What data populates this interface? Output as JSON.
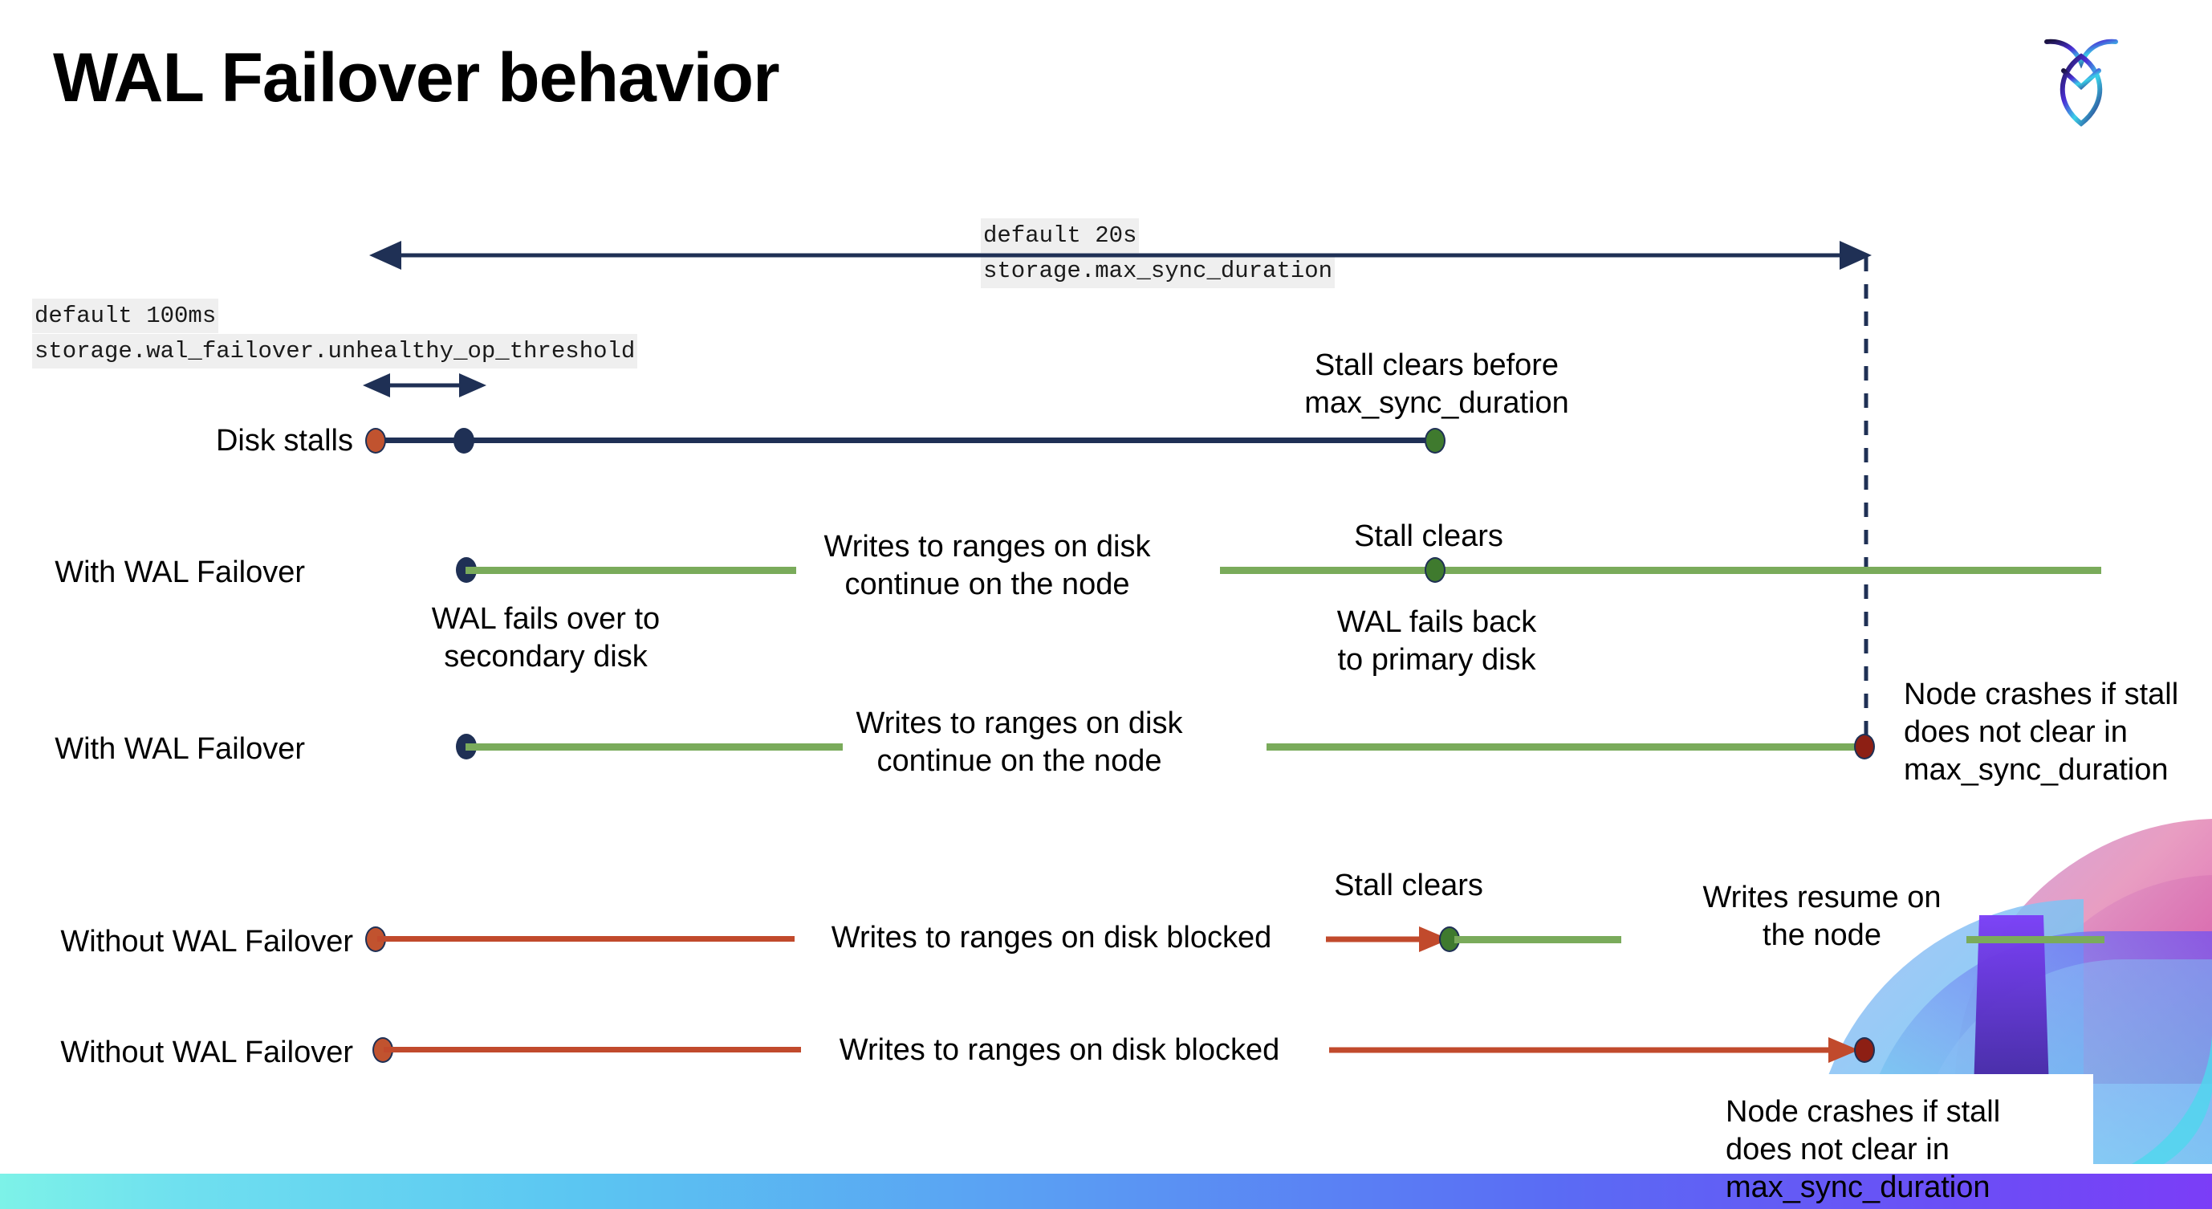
{
  "slide": {
    "title": "WAL Failover behavior",
    "logo_name": "cockroachdb-logo",
    "accent_navy": "#1f3055",
    "accent_green": "#7aab5b",
    "accent_red": "#c14a2c",
    "marker_red": "#c1532f",
    "marker_green": "#3f7a2e",
    "marker_darkred": "#8d1f14",
    "chip_bg": "#efefef",
    "bottom_bar_gradient_from": "#7df2e8",
    "bottom_bar_gradient_to": "#7b3df7"
  },
  "settings": {
    "max_sync": {
      "default_label": "default 20s",
      "name": "storage.max_sync_duration"
    },
    "unhealthy_op": {
      "default_label": "default 100ms",
      "name": "storage.wal_failover.unhealthy_op_threshold"
    }
  },
  "rows": [
    {
      "id": "disk-stalls",
      "label": "Disk stalls",
      "annotations": [
        "Stall clears before\nmax_sync_duration"
      ]
    },
    {
      "id": "with-wal-failover-1",
      "label": "With WAL Failover",
      "annotations": [
        "Writes to ranges on disk\ncontinue on the node",
        "Stall clears",
        "WAL fails over to\nsecondary disk",
        "WAL fails  back\nto primary disk"
      ]
    },
    {
      "id": "with-wal-failover-2",
      "label": "With WAL Failover",
      "annotations": [
        "Writes to ranges on disk\ncontinue on the node",
        "Node crashes if stall\ndoes not clear in\nmax_sync_duration"
      ]
    },
    {
      "id": "without-wal-failover-1",
      "label": "Without WAL Failover",
      "annotations": [
        "Writes to ranges on disk  blocked",
        "Stall clears",
        "Writes resume on\nthe node"
      ]
    },
    {
      "id": "without-wal-failover-2",
      "label": "Without WAL Failover",
      "annotations": [
        "Writes to ranges on disk  blocked",
        "Node crashes if stall\ndoes not clear in\nmax_sync_duration"
      ]
    }
  ]
}
